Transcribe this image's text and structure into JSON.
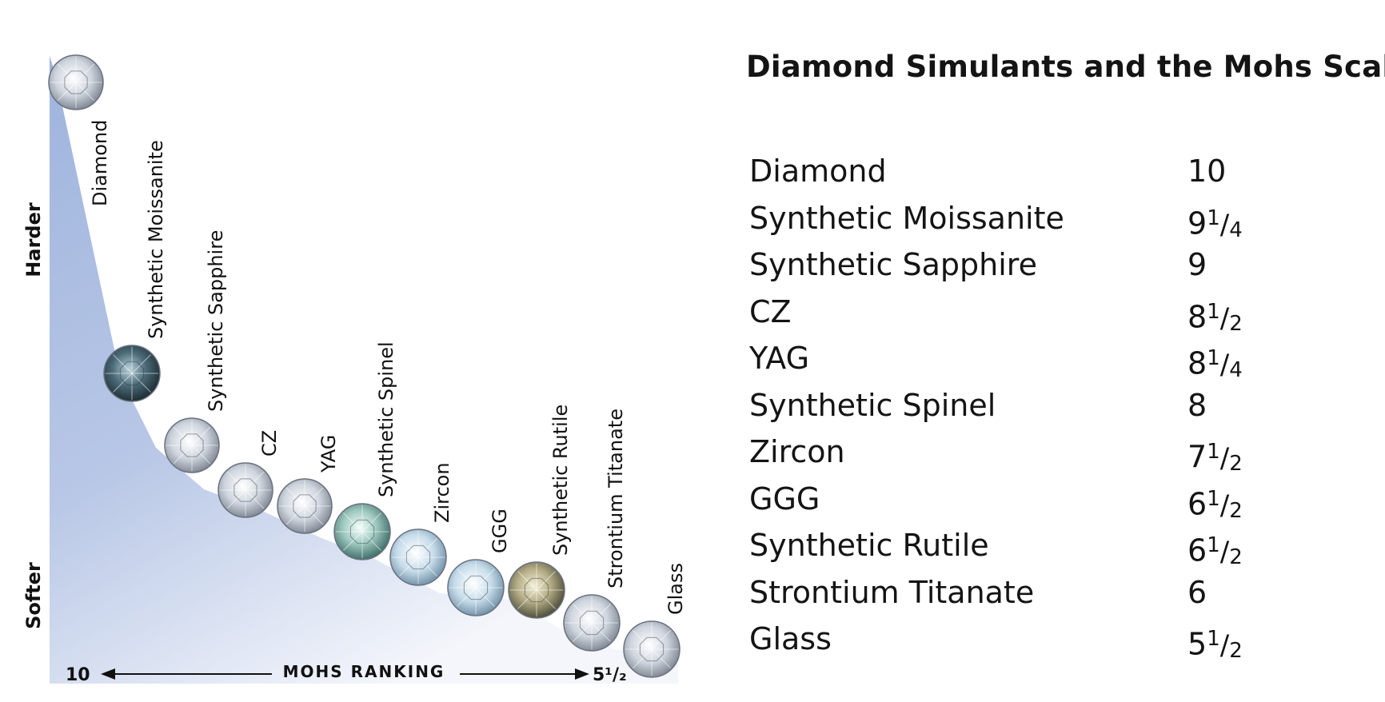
{
  "title": "Diamond Simulants and the Mohs Scale",
  "axis": {
    "y_top_label": "Harder",
    "y_bottom_label": "Softer",
    "x_label": "MOHS RANKING",
    "x_left_label": "10",
    "x_right_label": "5¹/₂"
  },
  "chart_data": {
    "type": "area",
    "title": "Diamond Simulants and the Mohs Scale",
    "xlabel": "MOHS RANKING",
    "ylabel": "",
    "ylim": [
      5.5,
      10
    ],
    "colors": {
      "area_top": "#9fb4dd",
      "area_bottom": "#ffffff",
      "arrow": "#111111"
    },
    "points": [
      {
        "name": "Diamond",
        "value": 10,
        "display": "10"
      },
      {
        "name": "Synthetic Moissanite",
        "value": 9.25,
        "display": "9¹/₄"
      },
      {
        "name": "Synthetic Sapphire",
        "value": 9,
        "display": "9"
      },
      {
        "name": "CZ",
        "value": 8.5,
        "display": "8¹/₂"
      },
      {
        "name": "YAG",
        "value": 8.25,
        "display": "8¹/₄"
      },
      {
        "name": "Synthetic Spinel",
        "value": 8,
        "display": "8"
      },
      {
        "name": "Zircon",
        "value": 7.5,
        "display": "7¹/₂"
      },
      {
        "name": "GGG",
        "value": 6.5,
        "display": "6¹/₂"
      },
      {
        "name": "Synthetic Rutile",
        "value": 6.5,
        "display": "6¹/₂"
      },
      {
        "name": "Strontium Titanate",
        "value": 6,
        "display": "6"
      },
      {
        "name": "Glass",
        "value": 5.5,
        "display": "5¹/₂"
      }
    ]
  }
}
